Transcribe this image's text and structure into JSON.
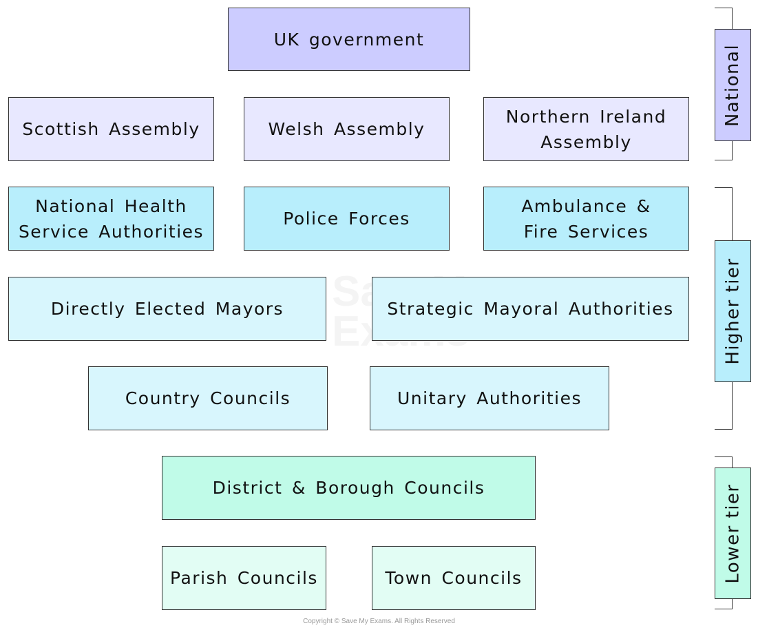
{
  "boxes": [
    {
      "id": "uk-government",
      "label": "UK government",
      "color": "#ccccff"
    },
    {
      "id": "scottish-assembly",
      "label": "Scottish Assembly",
      "color": "#e8e8ff"
    },
    {
      "id": "welsh-assembly",
      "label": "Welsh Assembly",
      "color": "#e8e8ff"
    },
    {
      "id": "northern-ireland-assembly",
      "label": "Northern Ireland\nAssembly",
      "color": "#e8e8ff"
    },
    {
      "id": "nhs-authorities",
      "label": "National Health\nService Authorities",
      "color": "#b8eefc"
    },
    {
      "id": "police-forces",
      "label": "Police Forces",
      "color": "#b8eefc"
    },
    {
      "id": "ambulance-fire",
      "label": "Ambulance &\nFire Services",
      "color": "#b8eefc"
    },
    {
      "id": "directly-elected-mayors",
      "label": "Directly Elected Mayors",
      "color": "#d8f6fd"
    },
    {
      "id": "strategic-mayoral-authorities",
      "label": "Strategic Mayoral Authorities",
      "color": "#d8f6fd"
    },
    {
      "id": "country-councils",
      "label": "Country Councils",
      "color": "#d8f6fd"
    },
    {
      "id": "unitary-authorities",
      "label": "Unitary Authorities",
      "color": "#d8f6fd"
    },
    {
      "id": "district-borough-councils",
      "label": "District & Borough Councils",
      "color": "#c0fbe8"
    },
    {
      "id": "parish-councils",
      "label": "Parish Councils",
      "color": "#e2fdf4"
    },
    {
      "id": "town-councils",
      "label": "Town Councils",
      "color": "#e2fdf4"
    }
  ],
  "tiers": [
    {
      "label": "National",
      "color": "#ccccff"
    },
    {
      "label": "Higher tier",
      "color": "#b8eefc"
    },
    {
      "label": "Lower tier",
      "color": "#c0fbe8"
    }
  ],
  "watermark": "SaveMy Exams",
  "copyright": "Copyright © Save My Exams. All Rights Reserved"
}
